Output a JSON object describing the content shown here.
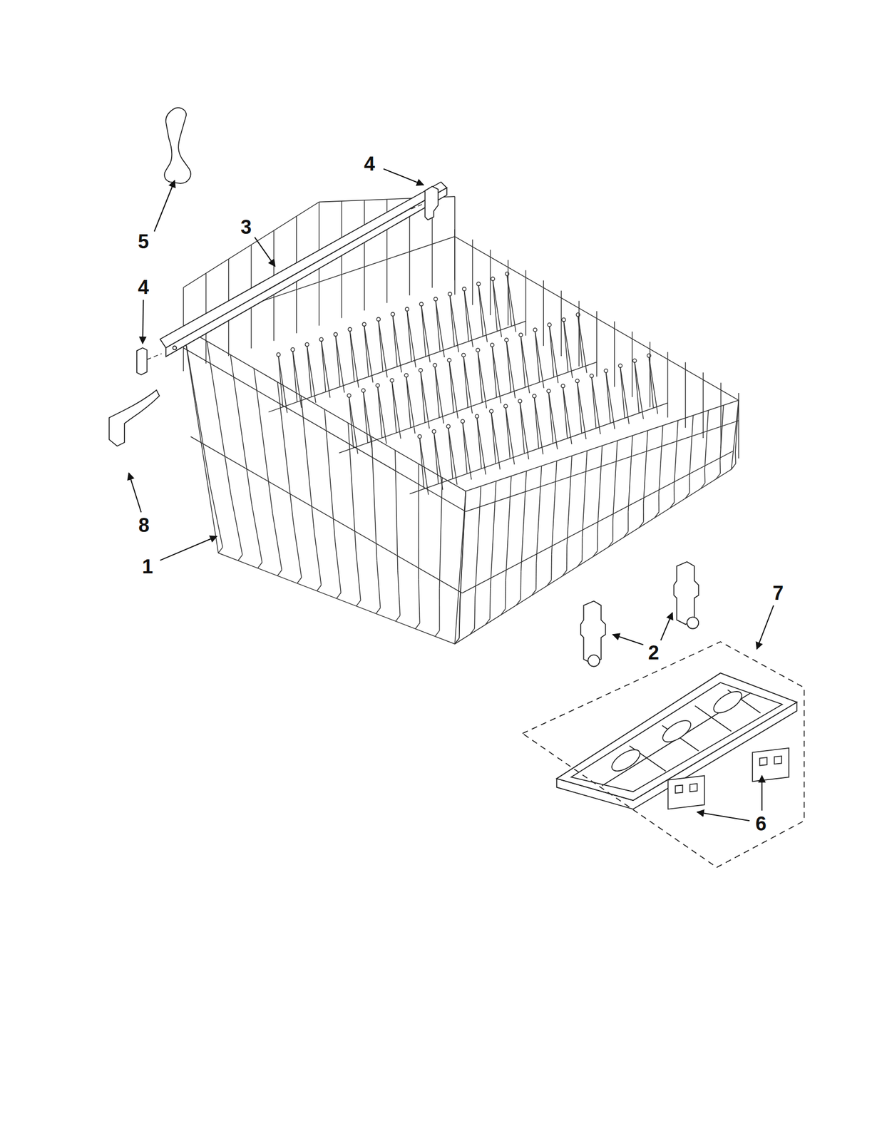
{
  "diagram": {
    "labels": [
      "4",
      "5",
      "3",
      "4",
      "8",
      "1",
      "2",
      "7",
      "6"
    ]
  }
}
